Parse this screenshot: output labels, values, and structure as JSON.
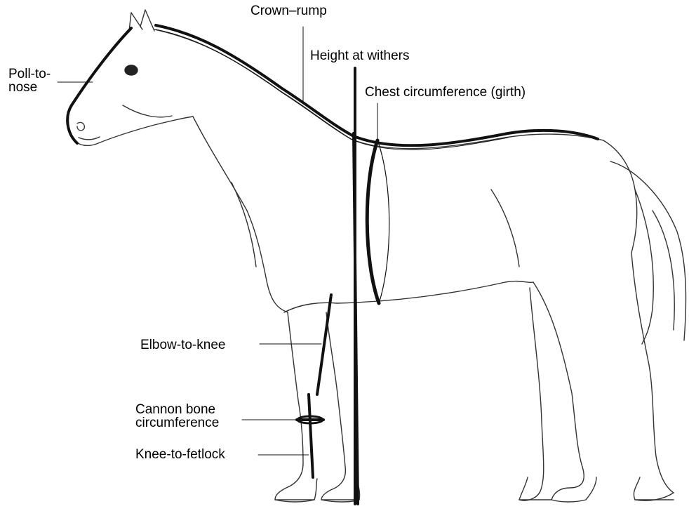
{
  "labels": {
    "crown_rump": "Crown–rump",
    "height_at_withers": "Height  at withers",
    "chest_circumference": "Chest  circumference  (girth)",
    "poll_to_nose_line1": "Poll-to-",
    "poll_to_nose_line2": "nose",
    "elbow_to_knee": "Elbow-to-knee",
    "cannon_bone_line1": "Cannon  bone",
    "cannon_bone_line2": "circumference",
    "knee_to_fetlock": "Knee-to-fetlock"
  },
  "colors": {
    "ink": "#000000",
    "background": "#ffffff",
    "measure_line": "#111111"
  }
}
